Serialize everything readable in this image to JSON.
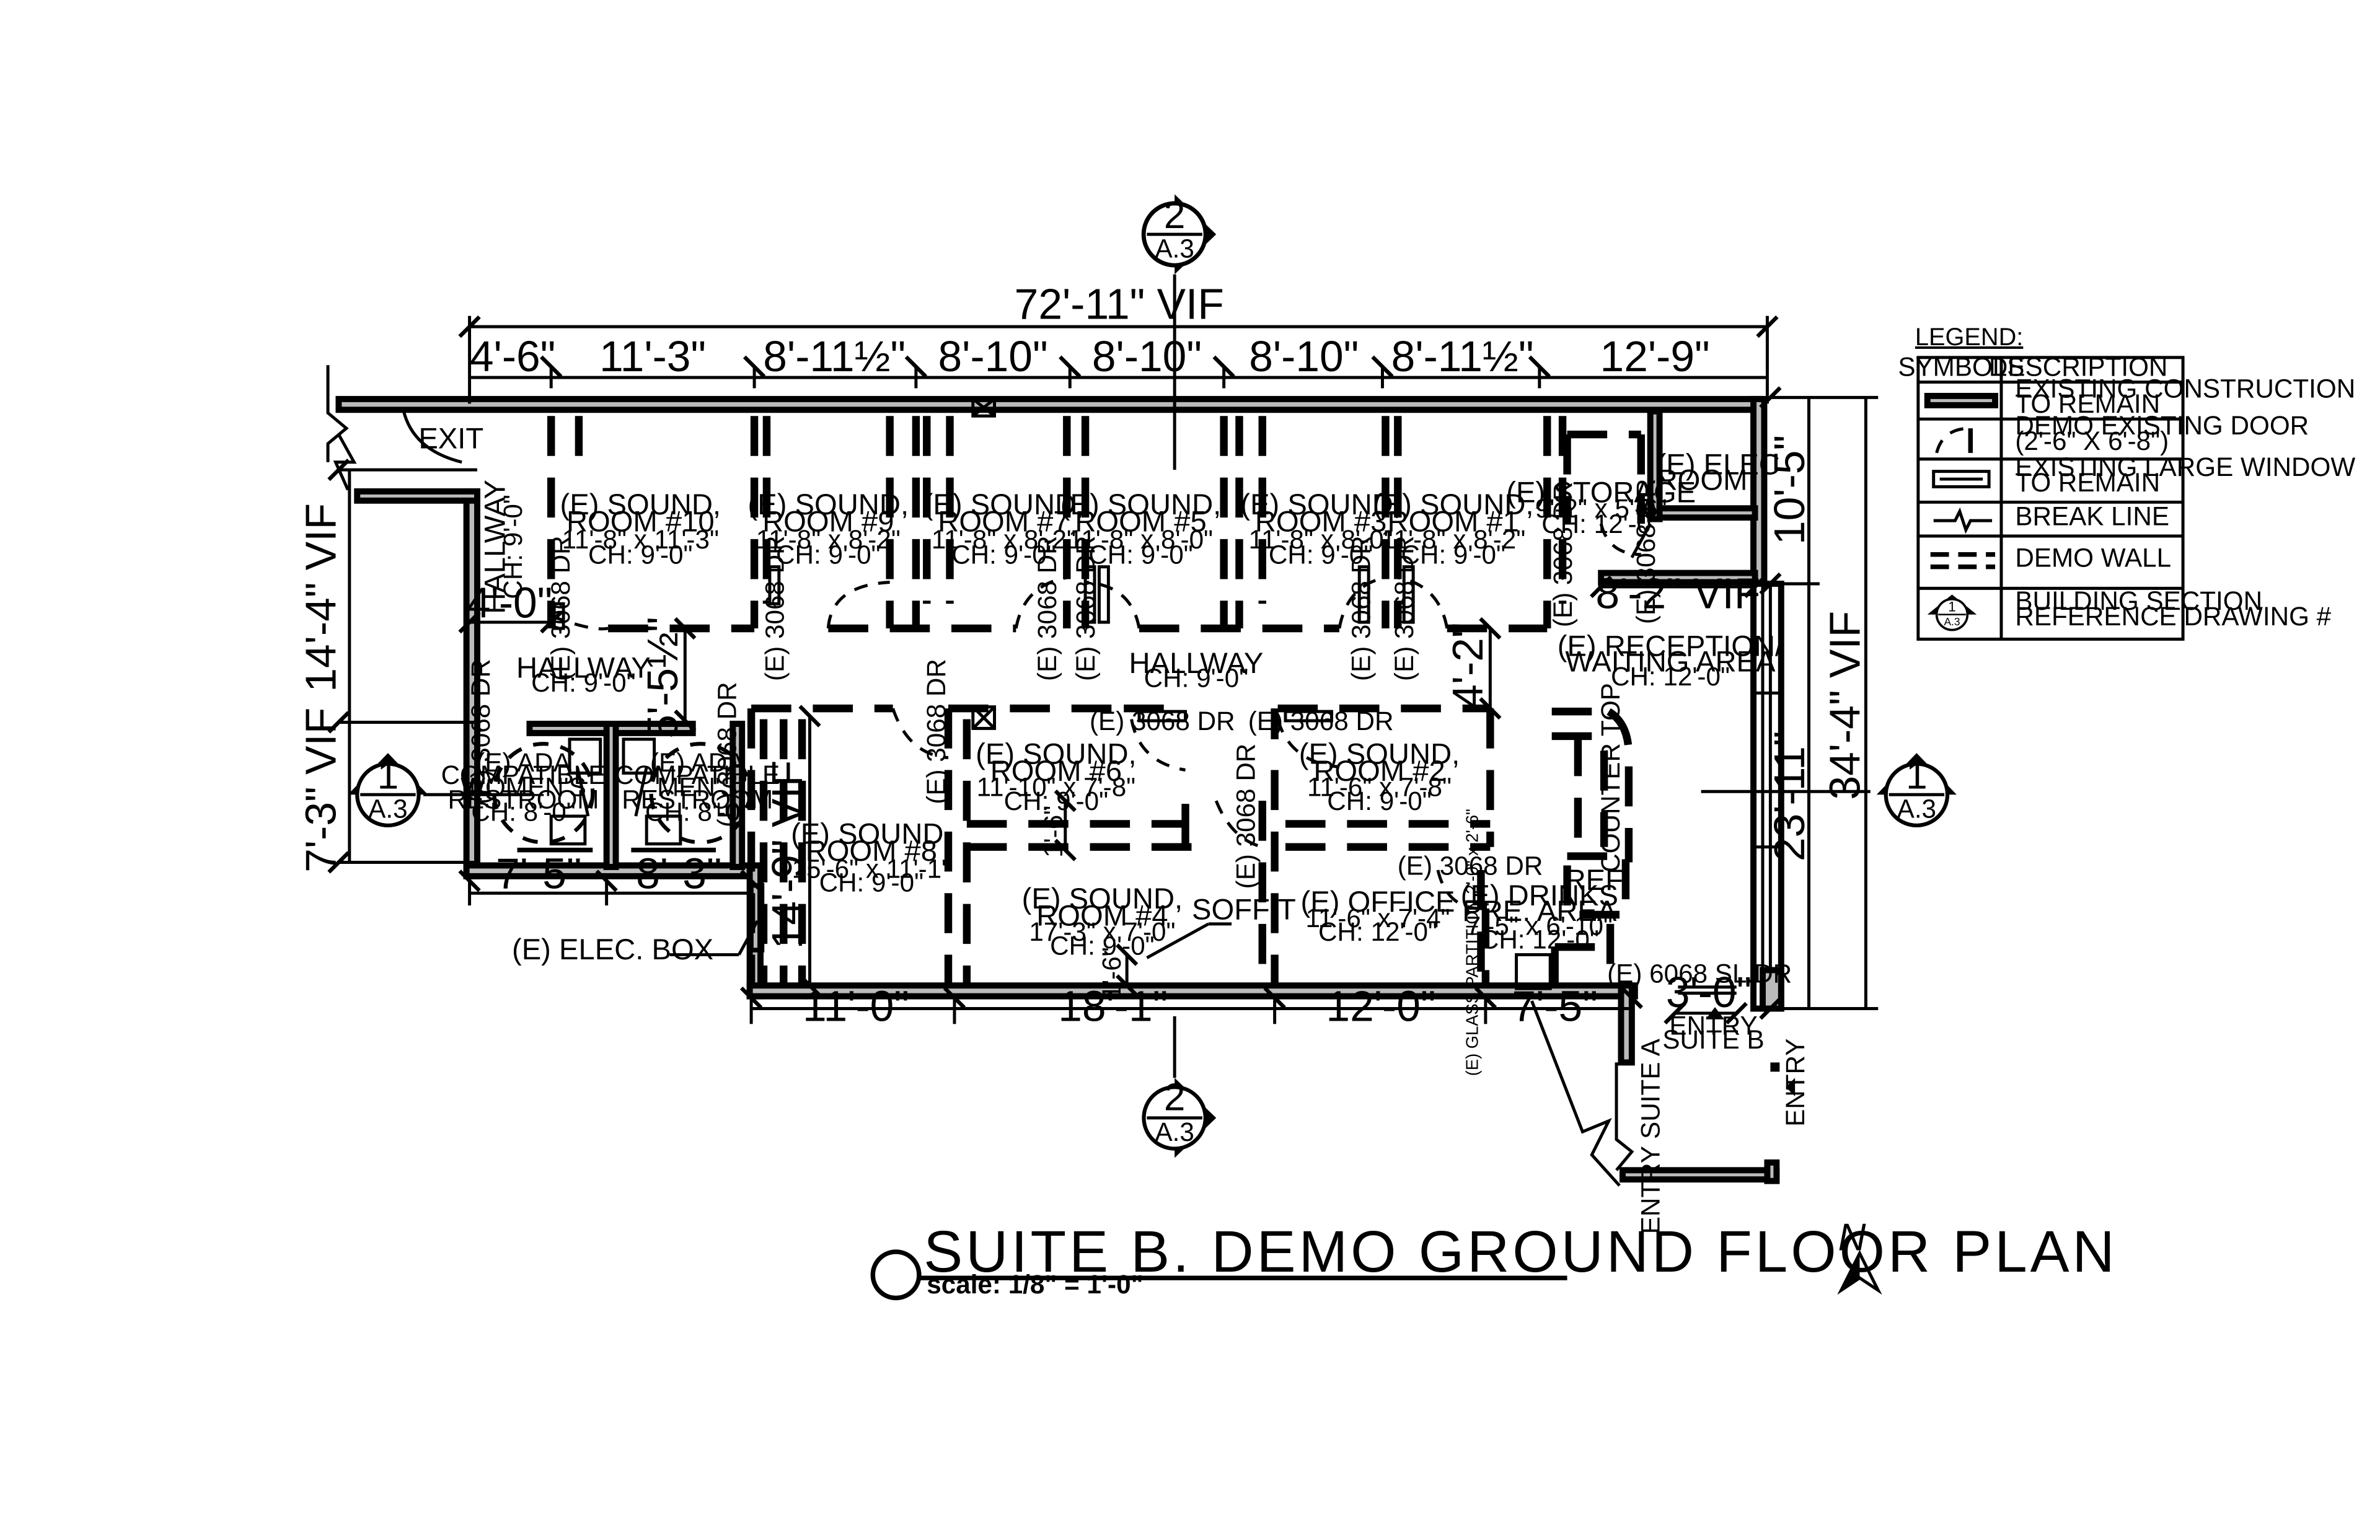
{
  "title": "SUITE B. DEMO GROUND FLOOR PLAN",
  "scale": "scale: 1/8\" = 1'-0\"",
  "north": "N",
  "legend": {
    "title": "LEGEND:",
    "col_symbols": "SYMBOLS",
    "col_description": "DESCRIPTION",
    "rows": [
      {
        "line1": "EXISTING CONSTRUCTION",
        "line2": "TO REMAIN"
      },
      {
        "line1": "DEMO EXISTING DOOR",
        "line2": "(2'-6\" X 6'-8\")"
      },
      {
        "line1": "EXISTING LARGE WINDOW",
        "line2": "TO REMAIN"
      },
      {
        "line1": "BREAK LINE",
        "line2": ""
      },
      {
        "line1": "DEMO WALL",
        "line2": ""
      },
      {
        "line1": "BUILDING SECTION",
        "line2": "REFERENCE DRAWING #"
      }
    ],
    "marker_num": "1",
    "marker_sheet": "A.3"
  },
  "section_markers": {
    "top": {
      "num": "2",
      "sheet": "A.3"
    },
    "bottom": {
      "num": "2",
      "sheet": "A.3"
    },
    "left": {
      "num": "1",
      "sheet": "A.3"
    },
    "right": {
      "num": "1",
      "sheet": "A.3"
    }
  },
  "dimensions": {
    "overall_width": "72'-11\" VIF",
    "top": [
      "4'-6\"",
      "11'-3\"",
      "8'-11½\"",
      "8'-10\"",
      "8'-10\"",
      "8'-10\"",
      "8'-11½\"",
      "12'-9\""
    ],
    "bottom": [
      "11'-0\"",
      "18'-1\"",
      "12'-0\"",
      "7'-5\""
    ],
    "restroom": [
      "7'-5\"",
      "8'-3\""
    ],
    "left_upper": "14'-4\" VIF",
    "left_lower": "7'-3\" VIF",
    "right_overall": "34'-4\" VIF",
    "right_upper": "10'-5\"",
    "right_lower": "23'-11\"",
    "hall_4_0": "4'-0\"",
    "hall_5_5": "5'-5½\"",
    "hall_4_2": "4'-2\"",
    "elec_8_2": "8'-2\" VIF",
    "room8_height": "14'-9\" VIF",
    "entry_3_0": "3'-0\"",
    "r6_small": "1'-6\"",
    "r4_small": "1'-6\""
  },
  "rooms": {
    "r10": {
      "name": "(E) SOUND,",
      "name2": "ROOM #10",
      "size": "11'-8\" x 11'-3\"",
      "ch": "CH: 9'-0\""
    },
    "r9": {
      "name": "(E) SOUND,",
      "name2": "ROOM #9",
      "size": "11'-8\" x 8'-2\"",
      "ch": "CH: 9'-0\""
    },
    "r7": {
      "name": "(E) SOUND,",
      "name2": "ROOM #7",
      "size": "11'-8\" x 8'-2\"",
      "ch": "CH: 9'-0\""
    },
    "r5": {
      "name": "(E) SOUND,",
      "name2": "ROOM #5",
      "size": "11'-8\" x 8'-0\"",
      "ch": "CH: 9'-0\""
    },
    "r3": {
      "name": "(E) SOUND,",
      "name2": "ROOM #3",
      "size": "11'-8\" x 8'-0\"",
      "ch": "CH: 9'-0\""
    },
    "r1": {
      "name": "(E) SOUND,",
      "name2": "ROOM #1",
      "size": "11'-8\" x 8'-2\"",
      "ch": "CH: 9'-0\""
    },
    "storage": {
      "name": "(E) STORAGE",
      "size": "9'-2\" x 5'-6\"",
      "ch": "CH: 12'-0\""
    },
    "elec": {
      "name": "(E) ELEC",
      "name2": "ROOM"
    },
    "reception": {
      "name": "(E) RECEPTION/",
      "name2": "WAITING AREA",
      "ch": "CH: 12'-0\""
    },
    "r6": {
      "name": "(E) SOUND,",
      "name2": "ROOM #6",
      "size": "11'-10\" x 7'-8\"",
      "ch": "CH: 9'-0\""
    },
    "r2": {
      "name": "(E) SOUND,",
      "name2": "ROOM #2",
      "size": "11'-6\" x 7'-8\"",
      "ch": "CH: 9'-0\""
    },
    "r8": {
      "name": "(E) SOUND,",
      "name2": "ROOM #8",
      "size": "15'-6\" x 11'-1\"",
      "ch": "CH: 9'-0\""
    },
    "r4": {
      "name": "(E) SOUND,",
      "name2": "ROOM #4",
      "size": "17'-3\" x 7'-0\"",
      "ch": "CH: 9'-0\""
    },
    "office": {
      "name": "(E) OFFICE",
      "size": "11'-6\" x 7'-4\"",
      "ch": "CH: 12'-0\""
    },
    "drinks": {
      "name": "(E) DRINKS",
      "name2": "PRE. AREA",
      "size": "7'-5\" x 6'-10\"",
      "ch": "CH: 12'-0\""
    },
    "hallway_main": {
      "name": "HALLWAY",
      "ch": "CH: 9'-0\""
    },
    "hallway_left": {
      "name": "HALLWAY",
      "ch": "CH: 9'-0\""
    },
    "hallway_vert": {
      "name": "HALLWAY",
      "ch": "CH: 9'-0\""
    },
    "womens": {
      "l1": "(E) ADA",
      "l2": "COMPATIBLE",
      "l3": "WOMEN'S",
      "l4": "RESTROOM",
      "ch": "CH: 8'-0\""
    },
    "mens": {
      "l1": "(E) ADA",
      "l2": "COMPATIBLE",
      "l3": "MEN'S",
      "l4": "RESTROOM",
      "ch": "CH: 8'-0\""
    }
  },
  "labels": {
    "exit": "EXIT",
    "elec_box": "(E) ELEC. BOX",
    "soffit": "SOFFIT",
    "counter_top": "COUNTER TOP",
    "ref": "REF.",
    "door_3068": "(E) 3068 DR",
    "door_6068": "(E) 6068 SL.DR",
    "entry_suite_b_1": "ENTRY",
    "entry_suite_b_2": "SUITE B",
    "entry_suite_a": "ENTRY SUITE A",
    "entry": "ENTRY",
    "glass_partition": "(E) GLASS PARTITION 2'-0\" x 2'-6\""
  }
}
